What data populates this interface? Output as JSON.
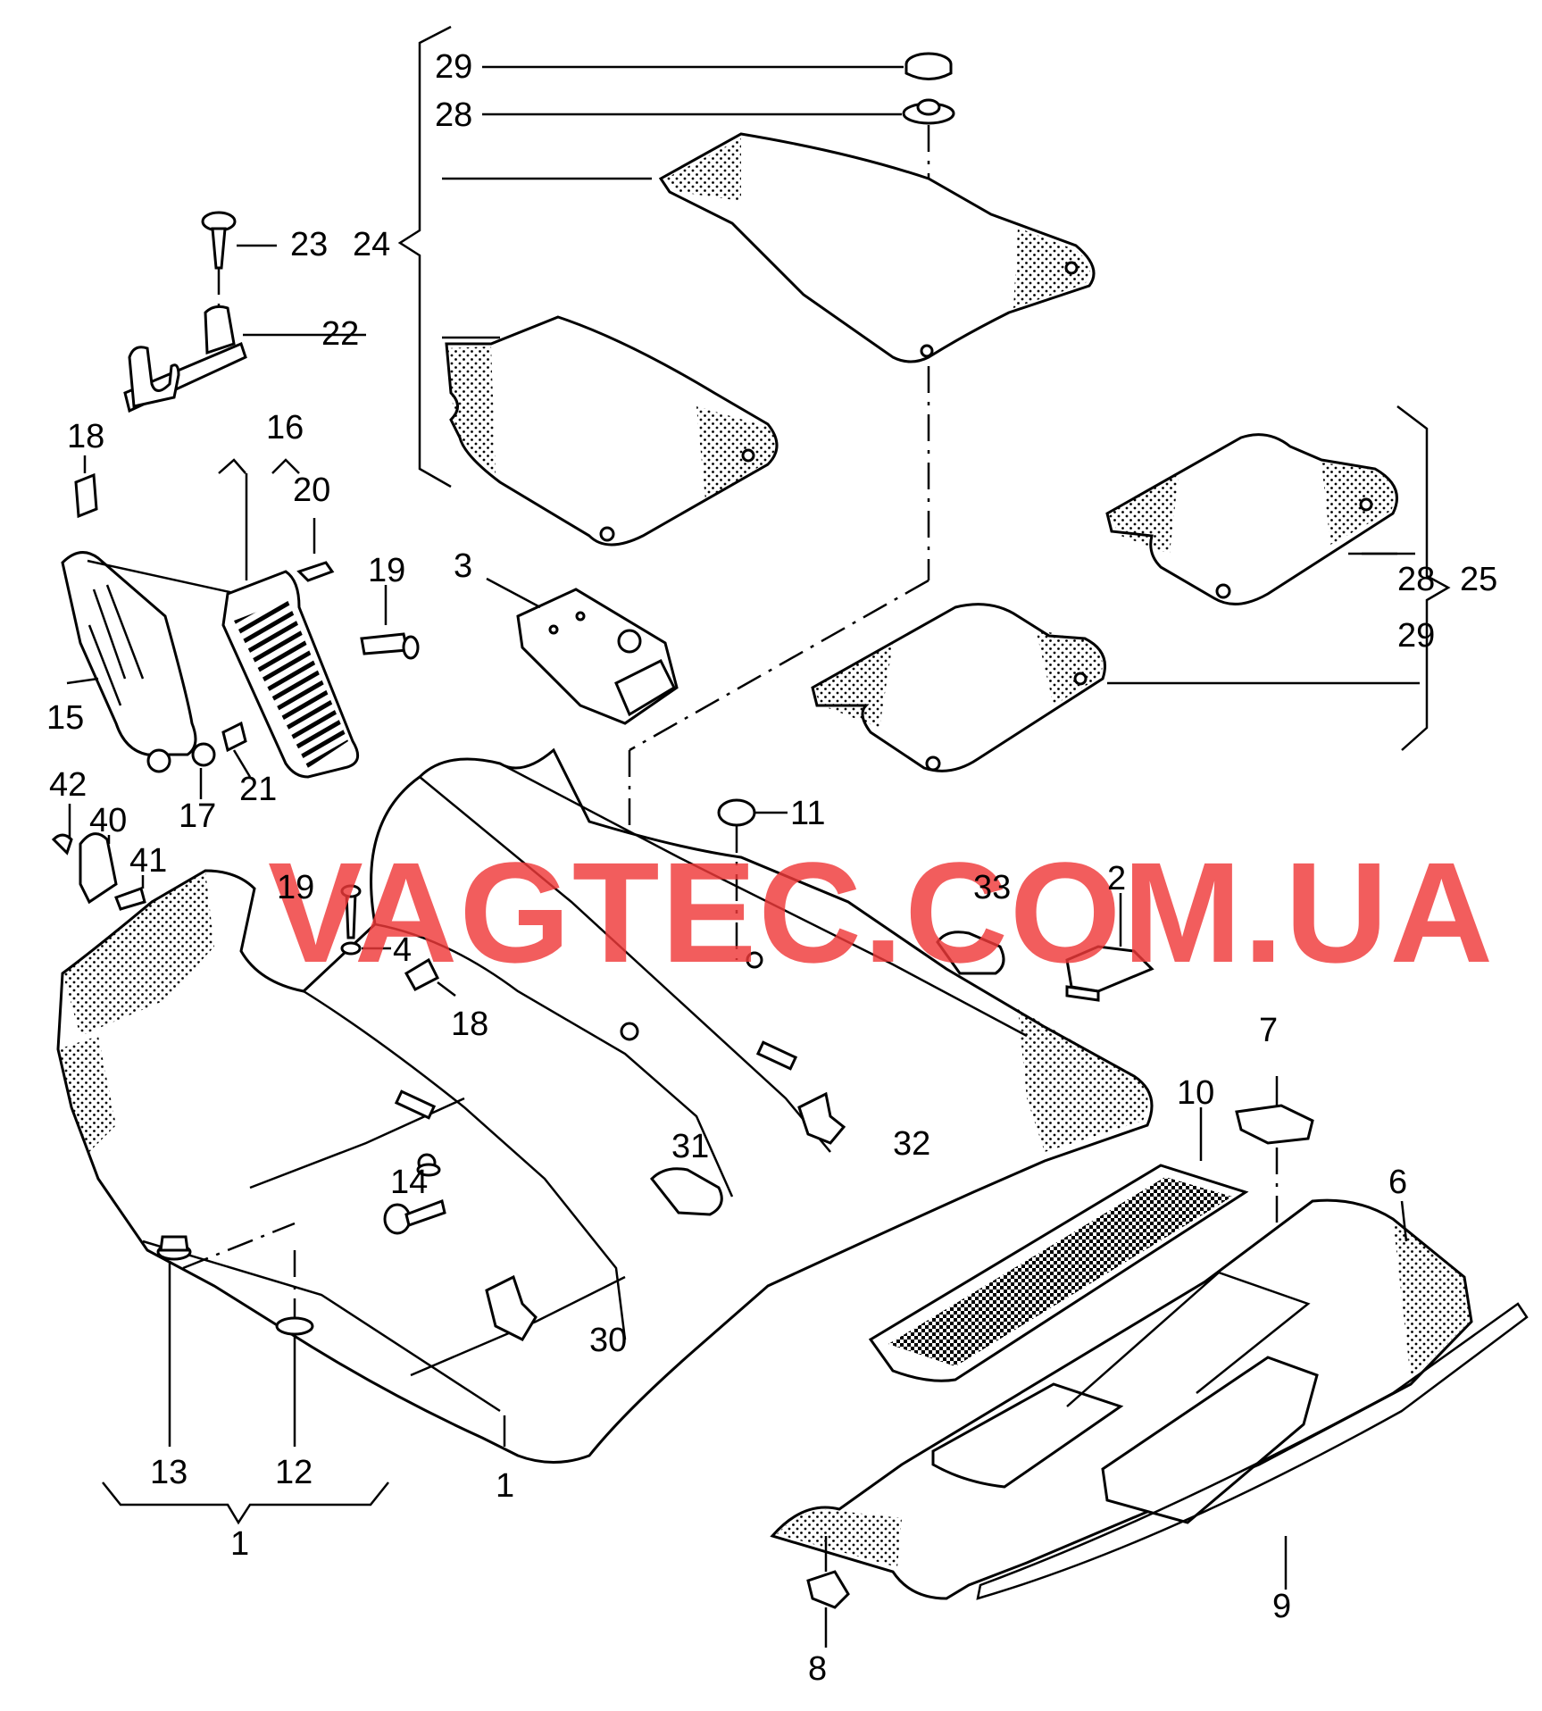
{
  "diagram": {
    "watermark": "VAGTEC.COM.UA",
    "callouts": [
      {
        "id": "c1a",
        "text": "1"
      },
      {
        "id": "c1b",
        "text": "1"
      },
      {
        "id": "c2",
        "text": "2"
      },
      {
        "id": "c3",
        "text": "3"
      },
      {
        "id": "c4",
        "text": "4"
      },
      {
        "id": "c6",
        "text": "6"
      },
      {
        "id": "c7",
        "text": "7"
      },
      {
        "id": "c8",
        "text": "8"
      },
      {
        "id": "c9",
        "text": "9"
      },
      {
        "id": "c10",
        "text": "10"
      },
      {
        "id": "c11",
        "text": "11"
      },
      {
        "id": "c12",
        "text": "12"
      },
      {
        "id": "c13",
        "text": "13"
      },
      {
        "id": "c14",
        "text": "14"
      },
      {
        "id": "c15",
        "text": "15"
      },
      {
        "id": "c16",
        "text": "16"
      },
      {
        "id": "c17",
        "text": "17"
      },
      {
        "id": "c18a",
        "text": "18"
      },
      {
        "id": "c18b",
        "text": "18"
      },
      {
        "id": "c19a",
        "text": "19"
      },
      {
        "id": "c19b",
        "text": "19"
      },
      {
        "id": "c20",
        "text": "20"
      },
      {
        "id": "c21",
        "text": "21"
      },
      {
        "id": "c22",
        "text": "22"
      },
      {
        "id": "c23",
        "text": "23"
      },
      {
        "id": "c24",
        "text": "24"
      },
      {
        "id": "c25",
        "text": "25"
      },
      {
        "id": "c28a",
        "text": "28"
      },
      {
        "id": "c28b",
        "text": "28"
      },
      {
        "id": "c29a",
        "text": "29"
      },
      {
        "id": "c29b",
        "text": "29"
      },
      {
        "id": "c30",
        "text": "30"
      },
      {
        "id": "c31",
        "text": "31"
      },
      {
        "id": "c32",
        "text": "32"
      },
      {
        "id": "c33",
        "text": "33"
      },
      {
        "id": "c40",
        "text": "40"
      },
      {
        "id": "c41",
        "text": "41"
      },
      {
        "id": "c42",
        "text": "42"
      }
    ]
  }
}
